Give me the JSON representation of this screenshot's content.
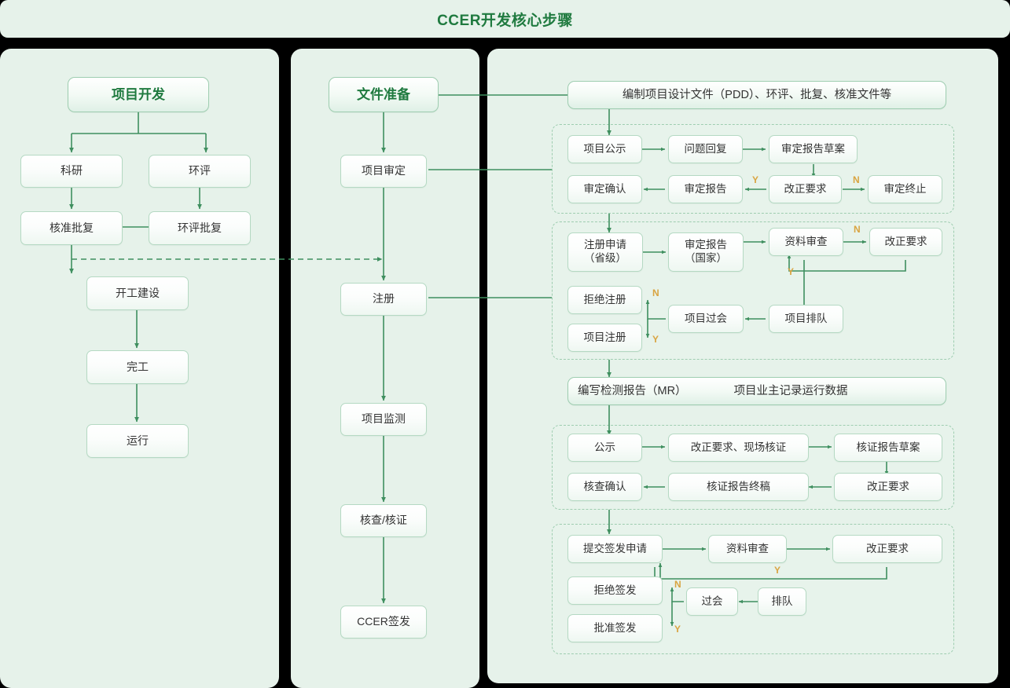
{
  "title": "CCER开发核心步骤",
  "colors": {
    "accent": "#1f7a3f",
    "arrow": "#3f8f5f",
    "box_border": "#b5d9c3",
    "panel_bg": "#e6f2ea",
    "yn_label": "#d9a441",
    "page_bg": "#000000"
  },
  "columns": {
    "left": {
      "header": "项目开发",
      "nodes": [
        "科研",
        "环评",
        "核准批复",
        "环评批复",
        "开工建设",
        "完工",
        "运行"
      ]
    },
    "middle": {
      "header": "文件准备",
      "nodes": [
        "项目审定",
        "注册",
        "项目监测",
        "核查/核证",
        "CCER签发"
      ]
    },
    "right": {
      "banner_1": "编制项目设计文件（PDD）、环评、批复、核准文件等",
      "banner_2_left": "编写检测报告（MR）",
      "banner_2_right": "项目业主记录运行数据",
      "sections": [
        {
          "name": "validation",
          "nodes": [
            "项目公示",
            "问题回复",
            "审定报告草案",
            "审定确认",
            "审定报告",
            "改正要求",
            "审定终止"
          ],
          "branch_labels": [
            "Y",
            "N"
          ]
        },
        {
          "name": "registration",
          "nodes": [
            "注册申请\n（省级）",
            "审定报告\n（国家）",
            "资料审查",
            "改正要求",
            "拒绝注册",
            "项目注册",
            "项目过会",
            "项目排队"
          ],
          "branch_labels": [
            "N",
            "Y",
            "N",
            "Y"
          ]
        },
        {
          "name": "verification",
          "nodes": [
            "公示",
            "改正要求、现场核证",
            "核证报告草案",
            "核查确认",
            "核证报告终稿",
            "改正要求"
          ],
          "branch_labels": []
        },
        {
          "name": "issuance",
          "nodes": [
            "提交签发申请",
            "资料审查",
            "改正要求",
            "拒绝签发",
            "批准签发",
            "过会",
            "排队"
          ],
          "branch_labels": [
            "Y",
            "N",
            "Y"
          ]
        }
      ]
    }
  },
  "nodes": {
    "l_header": "项目开发",
    "l_keyan": "科研",
    "l_huanping": "环评",
    "l_hezhun": "核准批复",
    "l_hppifu": "环评批复",
    "l_kaigong": "开工建设",
    "l_wangong": "完工",
    "l_yunxing": "运行",
    "m_header": "文件准备",
    "m_shending": "项目审定",
    "m_zhuce": "注册",
    "m_jiance": "项目监测",
    "m_hecha": "核查/核证",
    "m_qianfa": "CCER签发",
    "r_banner1": "编制项目设计文件（PDD）、环评、批复、核准文件等",
    "r_banner2a": "编写检测报告（MR）",
    "r_banner2b": "项目业主记录运行数据",
    "s1_a": "项目公示",
    "s1_b": "问题回复",
    "s1_c": "审定报告草案",
    "s1_d": "审定确认",
    "s1_e": "审定报告",
    "s1_f": "改正要求",
    "s1_g": "审定终止",
    "s1_y": "Y",
    "s1_n": "N",
    "s2_a": "注册申请\n（省级）",
    "s2_a1": "注册申请",
    "s2_a2": "（省级）",
    "s2_b1": "审定报告",
    "s2_b2": "（国家）",
    "s2_c": "资料审查",
    "s2_d": "改正要求",
    "s2_e": "拒绝注册",
    "s2_f": "项目注册",
    "s2_g": "项目过会",
    "s2_h": "项目排队",
    "s2_n1": "N",
    "s2_y1": "Y",
    "s2_n2": "N",
    "s2_y2": "Y",
    "s3_a": "公示",
    "s3_b": "改正要求、现场核证",
    "s3_c": "核证报告草案",
    "s3_d": "核查确认",
    "s3_e": "核证报告终稿",
    "s3_f": "改正要求",
    "s4_a": "提交签发申请",
    "s4_b": "资料审查",
    "s4_c": "改正要求",
    "s4_d": "拒绝签发",
    "s4_e": "批准签发",
    "s4_f": "过会",
    "s4_g": "排队",
    "s4_y1": "Y",
    "s4_n1": "N",
    "s4_y2": "Y"
  }
}
